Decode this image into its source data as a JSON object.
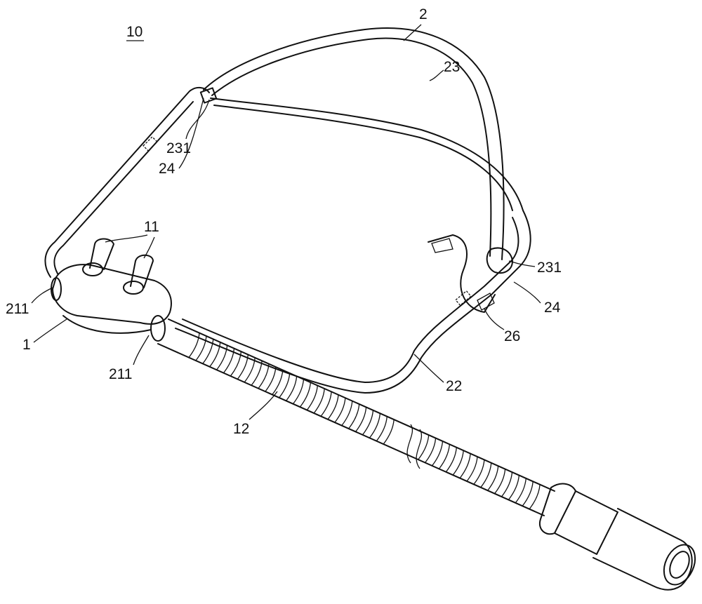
{
  "figure": {
    "labels": {
      "assembly": "10",
      "headgear": "2",
      "upper_strap": "23",
      "clip_top": "231",
      "buckle_top": "24",
      "prongs": "11",
      "clip_right": "231",
      "buckle_right": "24",
      "fastener": "26",
      "end_left": "211",
      "body": "1",
      "end_right": "211",
      "lower_strap": "22",
      "tube": "12"
    }
  }
}
